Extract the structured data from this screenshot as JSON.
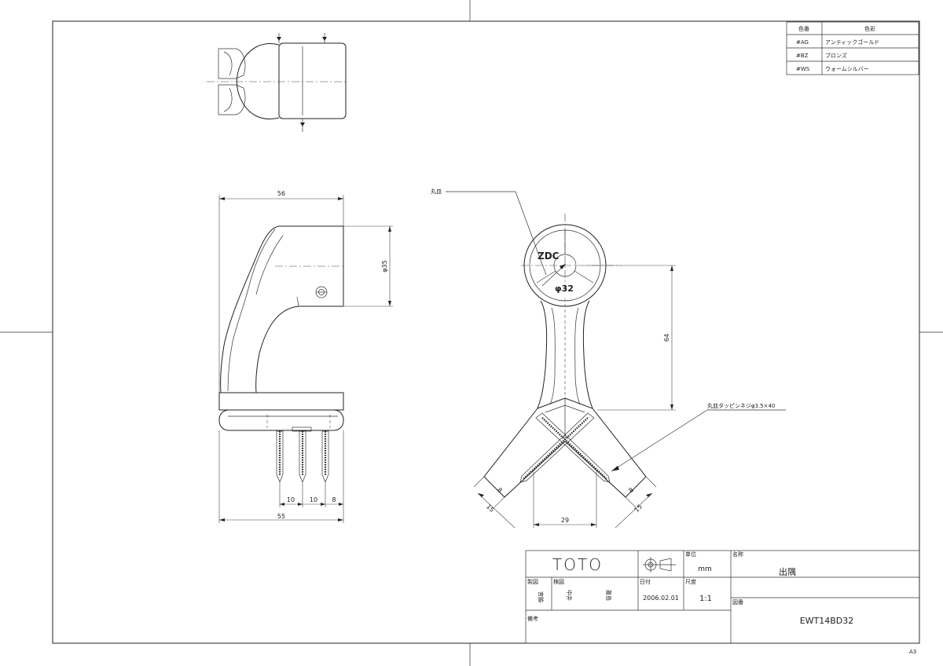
{
  "color_table": {
    "header": {
      "code": "色番",
      "color": "色彩"
    },
    "rows": [
      {
        "code": "#AG",
        "name": "アンティックゴールド"
      },
      {
        "code": "#BZ",
        "name": "ブロンズ"
      },
      {
        "code": "#WS",
        "name": "ウォームシルバー"
      }
    ]
  },
  "side_view": {
    "dim_top": "56",
    "dim_dia": "φ35",
    "dim_screw_1": "10",
    "dim_screw_2": "10",
    "dim_screw_3": "8",
    "dim_bottom": "55"
  },
  "front_view": {
    "leader_head": "丸皿",
    "material": "ZDC",
    "dia": "φ32",
    "dim_height": "64",
    "screw_note": "丸皿タッピンネジφ3.5×40",
    "dim_l_8": "8",
    "dim_l_15": "15",
    "dim_width": "29",
    "dim_r_8": "8",
    "dim_r_15": "15"
  },
  "title_block": {
    "company": "TOTO",
    "unit_label": "単位",
    "unit_value": "mm",
    "name_label": "名称",
    "name_value": "出隅",
    "drawn_label": "製図",
    "checked_label": "検図",
    "drawn_by": "宮脇",
    "checked_by_1": "中井",
    "checked_by_2": "藤島",
    "date_label": "日付",
    "date_value": "2006.02.01",
    "scale_label": "尺度",
    "scale_value": "1:1",
    "number_label": "図番",
    "number_value": "EWT14BD32",
    "remarks_label": "備考"
  },
  "sheet_size": "A3"
}
